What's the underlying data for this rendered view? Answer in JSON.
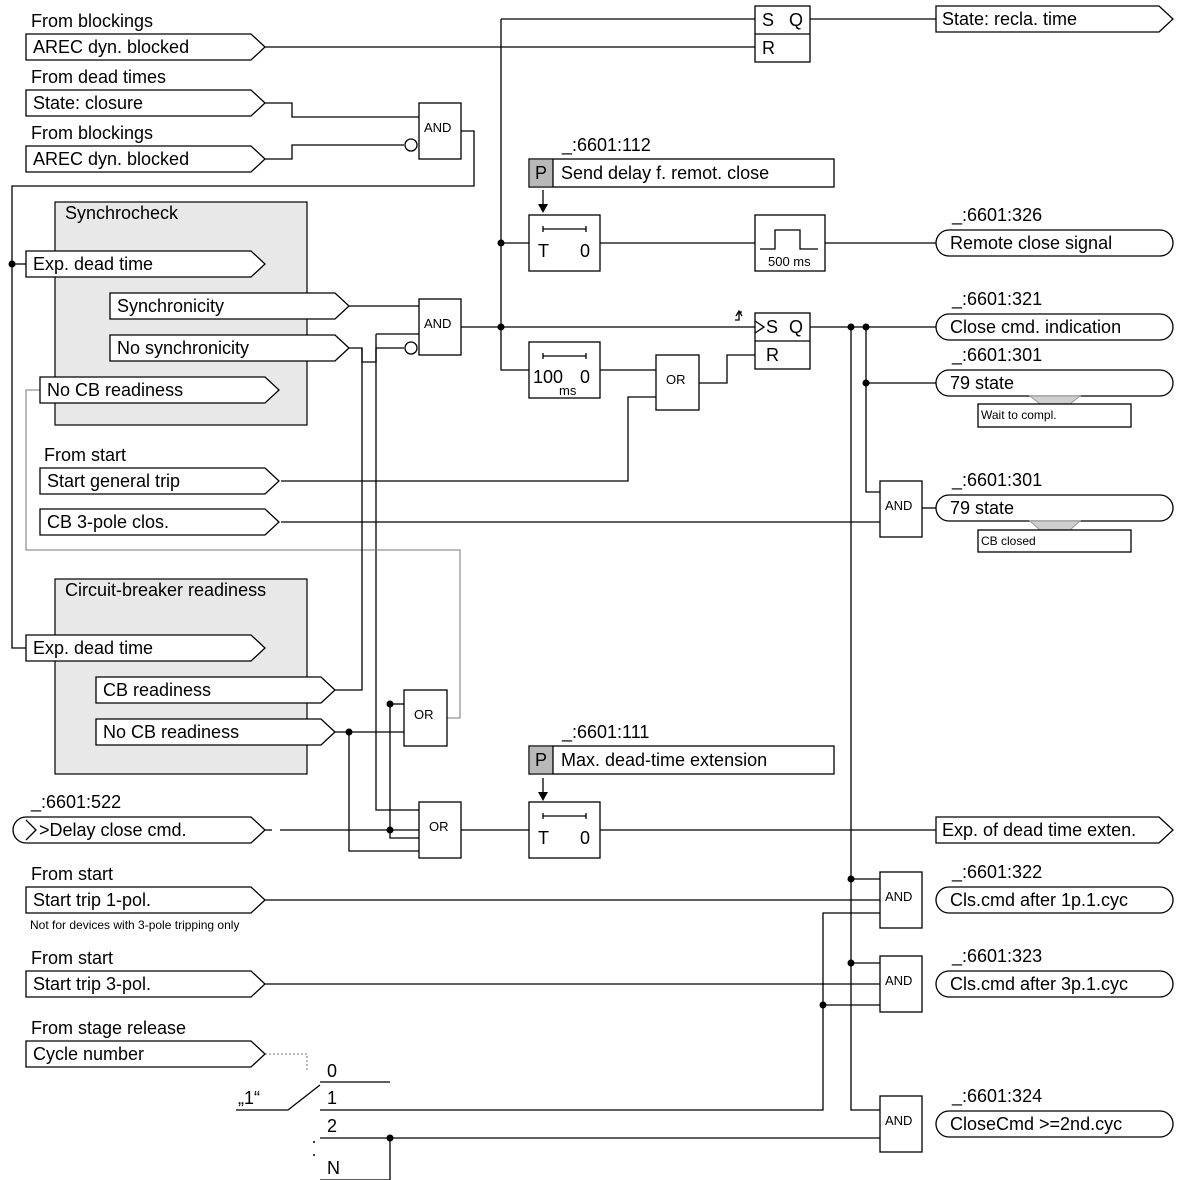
{
  "headers": {
    "from_blockings_1": "From blockings",
    "from_dead_times": "From dead times",
    "from_blockings_2": "From blockings",
    "from_start_1": "From start",
    "from_start_2": "From start",
    "from_start_3": "From start",
    "from_stage_release": "From stage release"
  },
  "inputs": {
    "arec_blocked_1": "AREC dyn. blocked",
    "state_closure": "State: closure",
    "arec_blocked_2": "AREC dyn. blocked",
    "start_general_trip": "Start general trip",
    "cb_3pole_clos": "CB 3-pole clos.",
    "delay_close_cmd": ">Delay close cmd.",
    "start_trip_1pol": "Start trip 1-pol.",
    "start_trip_3pol": "Start trip 3-pol.",
    "cycle_number": "Cycle number"
  },
  "notes": {
    "not_for_devices": "Not for devices with 3-pole tripping only"
  },
  "addresses": {
    "delay_close": "_:6601:522",
    "param_112": "_:6601:112",
    "param_111": "_:6601:111",
    "remote_close": "_:6601:326",
    "close_cmd_ind": "_:6601:321",
    "state79_a": "_:6601:301",
    "state79_b": "_:6601:301",
    "cls_1p": "_:6601:322",
    "cls_3p": "_:6601:323",
    "close_2nd": "_:6601:324"
  },
  "synchrocheck": {
    "title": "Synchrocheck",
    "exp_dead_time": "Exp. dead time",
    "synchronicity": "Synchronicity",
    "no_synchronicity": "No synchronicity",
    "no_cb_readiness": "No CB readiness"
  },
  "cb_readiness": {
    "title": "Circuit-breaker readiness",
    "exp_dead_time": "Exp. dead time",
    "cb_readiness": "CB readiness",
    "no_cb_readiness": "No CB readiness"
  },
  "gates": {
    "and": "AND",
    "or": "OR",
    "s": "S",
    "q": "Q",
    "r": "R",
    "t": "T",
    "zero": "0",
    "t100": "100",
    "ms": "ms",
    "pulse": "500 ms",
    "p": "P"
  },
  "params": {
    "send_delay": "Send delay f. remot. close",
    "max_dead_ext": "Max. dead-time extension"
  },
  "outputs": {
    "state_recla": "State: recla. time",
    "remote_close": "Remote close signal",
    "close_cmd_ind": "Close cmd. indication",
    "state79_a": "79 state",
    "wait_to_compl": "Wait to compl.",
    "state79_b": "79 state",
    "cb_closed": "CB closed",
    "exp_dead_ext": "Exp. of dead time exten.",
    "cls_1p": "Cls.cmd after 1p.1.cyc",
    "cls_3p": "Cls.cmd after 3p.1.cyc",
    "close_2nd": "CloseCmd >=2nd.cyc"
  },
  "switch": {
    "label": "„1“",
    "pos0": "0",
    "pos1": "1",
    "pos2": "2",
    "posN": "N"
  }
}
